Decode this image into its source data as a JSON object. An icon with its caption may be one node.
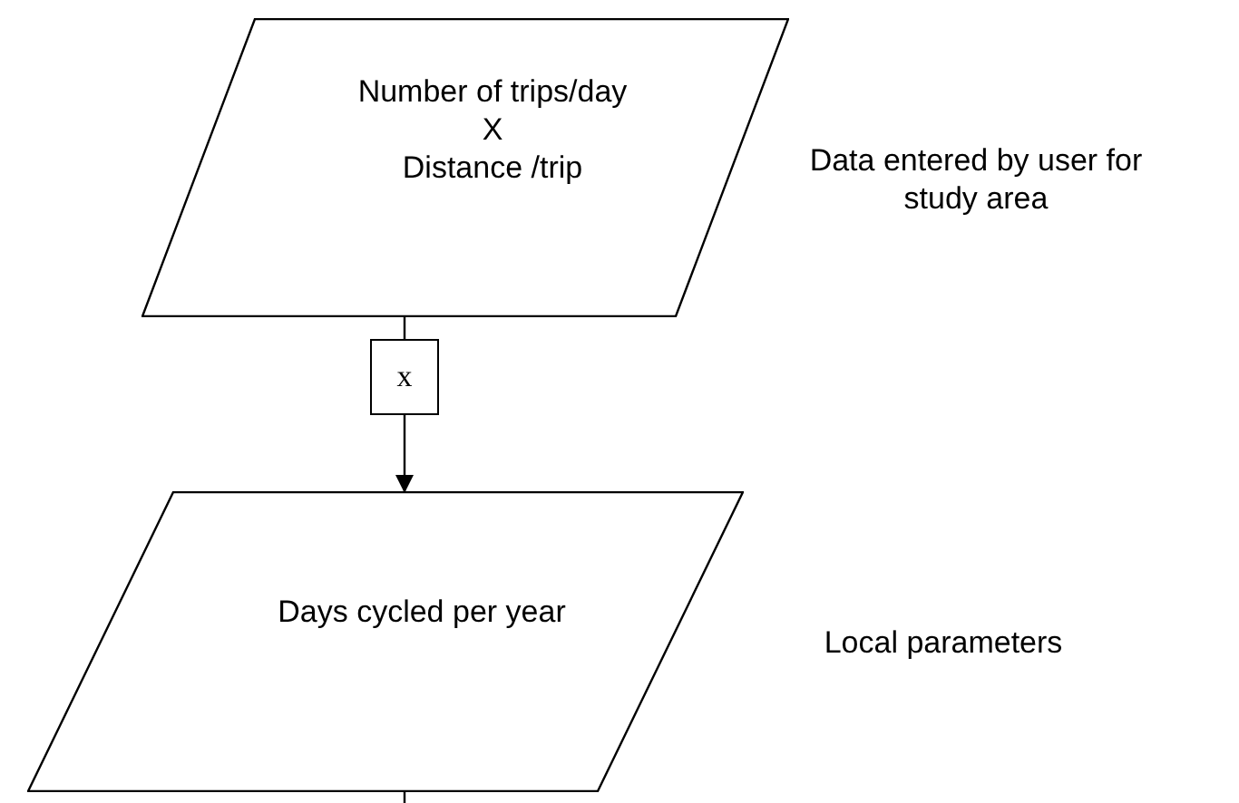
{
  "diagram": {
    "nodes": [
      {
        "text": [
          "Number of trips/day",
          "X",
          "Distance /trip"
        ],
        "beside": [
          "Data entered by user for study area"
        ]
      },
      {
        "text": [
          "x"
        ]
      },
      {
        "text": [
          "Days cycled per year"
        ],
        "beside": [
          "Local parameters"
        ]
      }
    ],
    "edges": [
      {
        "from": 0,
        "to": 1,
        "arrow": "none"
      },
      {
        "from": 1,
        "to": 2,
        "arrow": "to"
      },
      {
        "from": 2,
        "to": null,
        "arrow": "none"
      }
    ]
  }
}
